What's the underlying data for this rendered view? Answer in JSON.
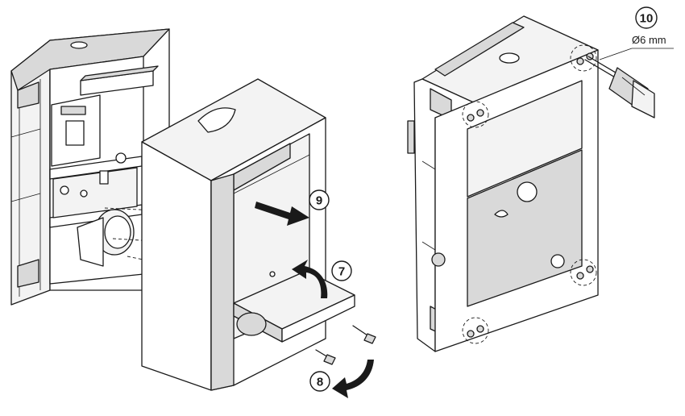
{
  "callouts": {
    "step_7": "7",
    "step_8": "8",
    "step_9": "9",
    "step_10": "10"
  },
  "dimension_label": "Ø6 mm",
  "colors": {
    "line": "#1a1a1a",
    "shade_light": "#f3f3f3",
    "shade_mid": "#d9d9d9",
    "shade_dark": "#9a9a9a"
  }
}
